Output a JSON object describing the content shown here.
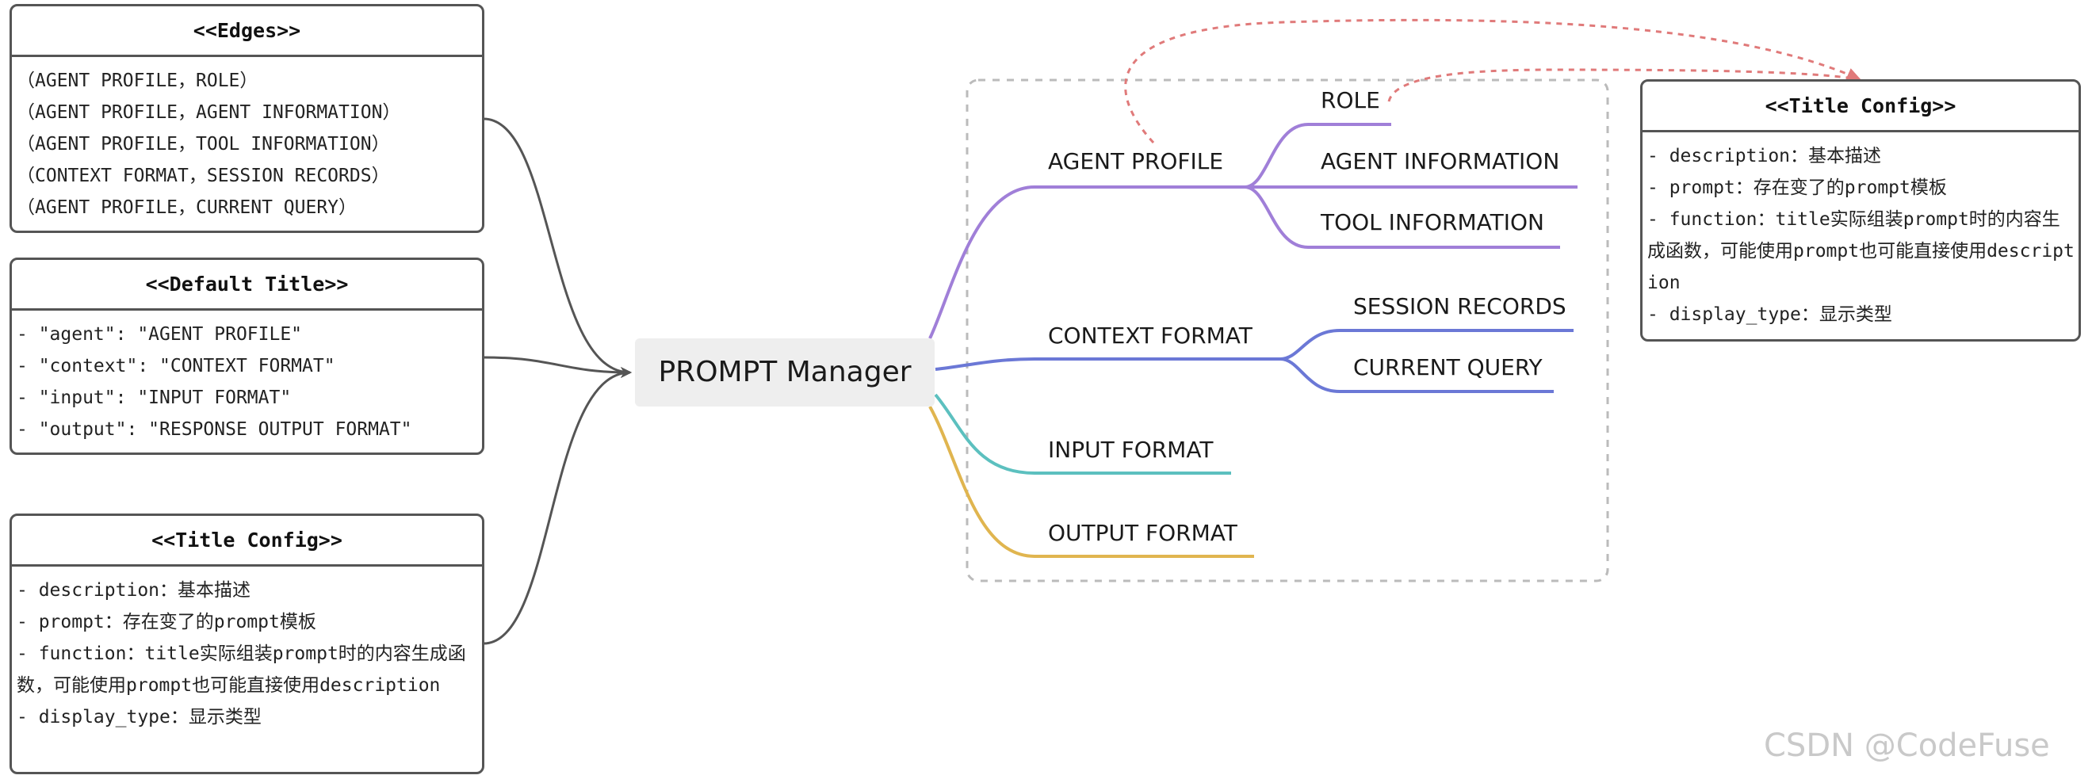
{
  "edges_box": {
    "title": "<<Edges>>",
    "lines": [
      "（AGENT PROFILE，ROLE）",
      "（AGENT PROFILE，AGENT INFORMATION）",
      "（AGENT PROFILE，TOOL INFORMATION）",
      "（CONTEXT FORMAT，SESSION RECORDS）",
      "（AGENT PROFILE，CURRENT QUERY）"
    ]
  },
  "default_title_box": {
    "title": "<<Default Title>>",
    "lines": [
      "- \"agent\": \"AGENT PROFILE\"",
      "- \"context\": \"CONTEXT FORMAT\"",
      "- \"input\": \"INPUT FORMAT\"",
      "- \"output\": \"RESPONSE OUTPUT FORMAT\""
    ]
  },
  "title_config_left": {
    "title": "<<Title Config>>",
    "lines": [
      "- description：基本描述",
      "- prompt：存在变了的prompt模板",
      "- function：title实际组装prompt时的内容生成函数，可能使用prompt也可能直接使用description",
      "- display_type：显示类型"
    ]
  },
  "title_config_right": {
    "title": "<<Title Config>>",
    "lines": [
      "- description：基本描述",
      "- prompt：存在变了的prompt模板",
      "- function：title实际组装prompt时的内容生成函数，可能使用prompt也可能直接使用description",
      "- display_type：显示类型"
    ]
  },
  "mindmap": {
    "root": "PROMPT Manager",
    "agent_profile": {
      "label": "AGENT PROFILE",
      "color": "#a07fd8",
      "children": [
        "ROLE",
        "AGENT INFORMATION",
        "TOOL INFORMATION"
      ]
    },
    "context_format": {
      "label": "CONTEXT FORMAT",
      "color": "#6b78d6",
      "children": [
        "SESSION RECORDS",
        "CURRENT QUERY"
      ]
    },
    "input_format": {
      "label": "INPUT FORMAT",
      "color": "#5cc0bf"
    },
    "output_format": {
      "label": "OUTPUT FORMAT",
      "color": "#e0b54f"
    }
  },
  "colors": {
    "connector": "#555555",
    "dashed_arrow": "#e07a7a",
    "group_border": "#bbbbbb"
  },
  "watermark": "CSDN @CodeFuse"
}
